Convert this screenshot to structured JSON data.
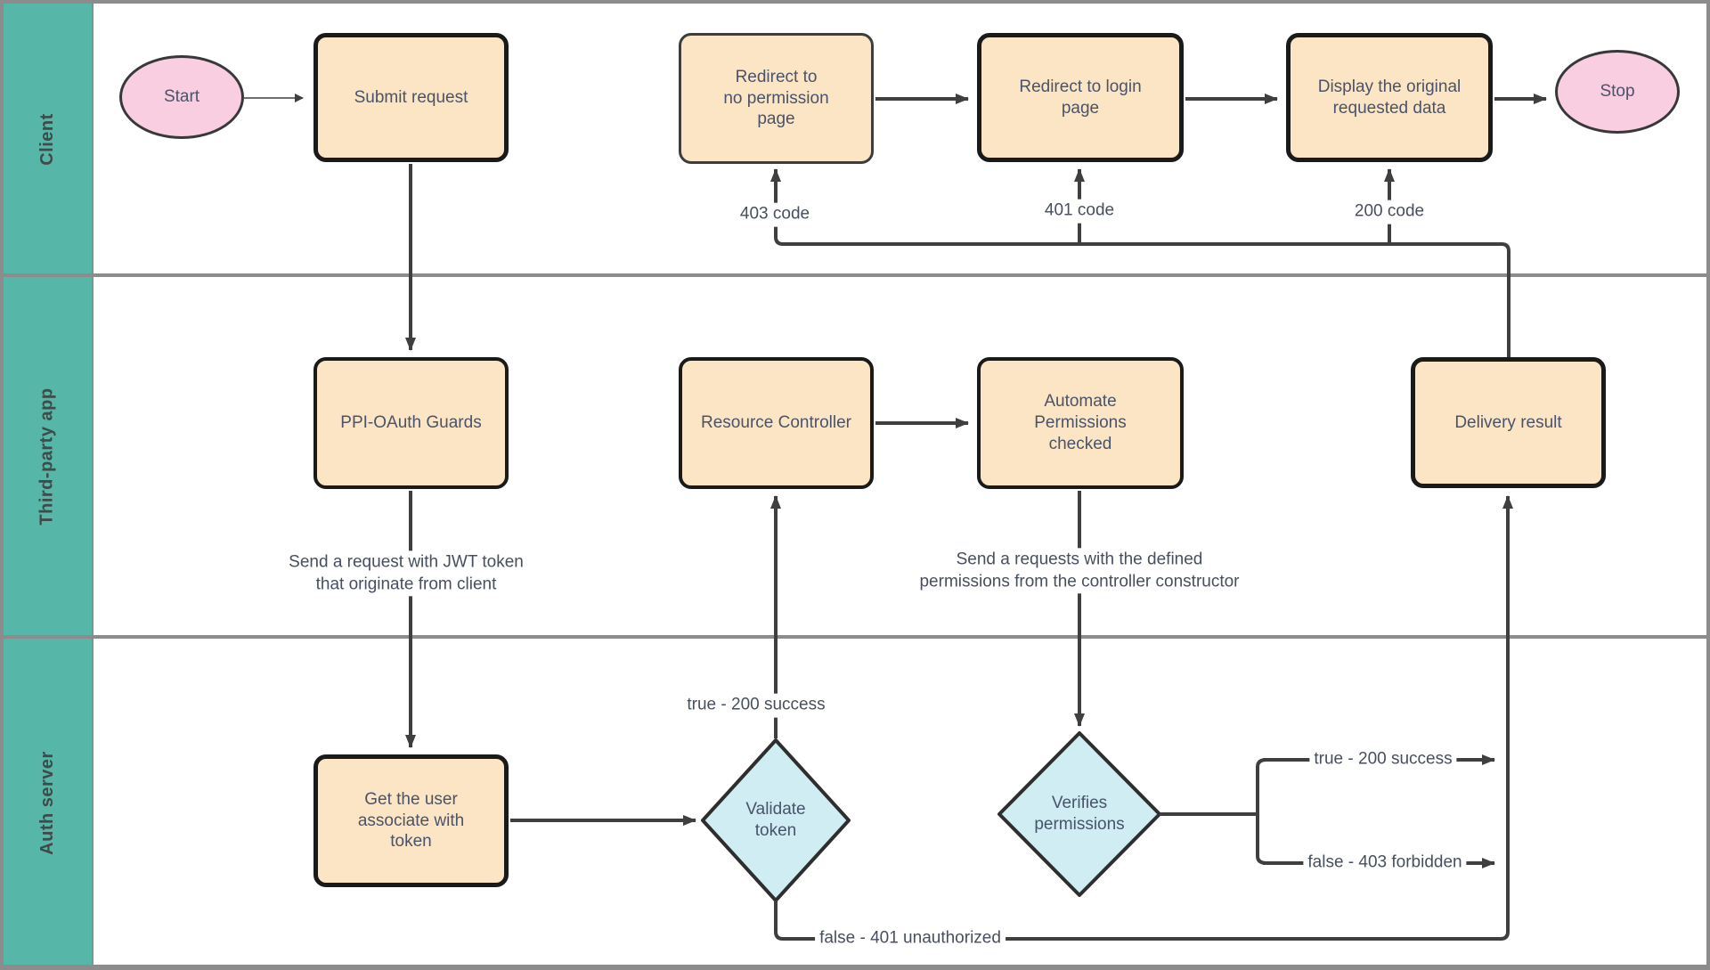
{
  "lanes": [
    {
      "label": "Client"
    },
    {
      "label": "Third-party app"
    },
    {
      "label": "Auth server"
    }
  ],
  "nodes": {
    "start": {
      "label": "Start",
      "type": "terminator"
    },
    "submit_request": {
      "label": "Submit request",
      "type": "process"
    },
    "redirect_no_permission": {
      "label": "Redirect to\nno permission\npage",
      "type": "process"
    },
    "redirect_login": {
      "label": "Redirect to login\npage",
      "type": "process"
    },
    "display_original": {
      "label": "Display the original\nrequested data",
      "type": "process"
    },
    "stop": {
      "label": "Stop",
      "type": "terminator"
    },
    "ppi_oauth_guards": {
      "label": "PPI-OAuth Guards",
      "type": "process"
    },
    "resource_controller": {
      "label": "Resource Controller",
      "type": "process"
    },
    "automate_permissions": {
      "label": "Automate\nPermissions\nchecked",
      "type": "process"
    },
    "delivery_result": {
      "label": "Delivery result",
      "type": "process"
    },
    "get_user": {
      "label": "Get the user\nassociate with\ntoken",
      "type": "process"
    },
    "validate_token": {
      "label": "Validate\ntoken",
      "type": "decision"
    },
    "verifies_permissions": {
      "label": "Verifies\npermissions",
      "type": "decision"
    }
  },
  "edge_labels": {
    "code_403": "403 code",
    "code_401": "401 code",
    "code_200": "200 code",
    "send_jwt": "Send a request with JWT token\nthat originate from client",
    "send_permissions": "Send a requests with the defined\npermissions from the controller constructor",
    "true_200_validate": "true - 200 success",
    "false_401": "false - 401 unauthorized",
    "true_200_verify": "true - 200 success",
    "false_403": "false - 403 forbidden"
  },
  "colors": {
    "lane_header": "#56b6a7",
    "frame_gray": "#8c8c8c",
    "task_fill": "#fce5c4",
    "terminator_fill": "#f8cee0",
    "decision_fill": "#cfedf3",
    "shape_stroke": "#1a1a1a",
    "wire": "#3f3f3f",
    "shape_text": "#49536a",
    "label_text": "#474f5e"
  }
}
